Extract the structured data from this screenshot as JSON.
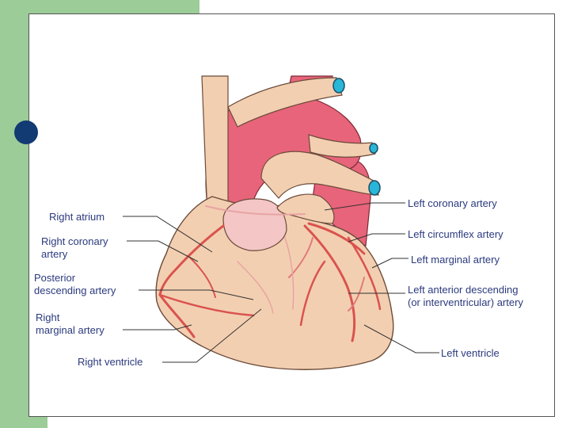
{
  "colors": {
    "slide_accent": "#9ccc98",
    "bullet": "#123a73",
    "label_text": "#2b3a7e",
    "heart_tissue": "#f3cfb1",
    "great_vessels": "#e8647a",
    "coronary_vessels": "#d9534f",
    "vessel_lumen": "#29b6d8"
  },
  "labels": {
    "right_atrium": "Right atrium",
    "right_coronary_artery": [
      "Right coronary",
      "artery"
    ],
    "posterior_descending_artery": [
      "Posterior",
      "descending artery"
    ],
    "right_marginal_artery": [
      "Right",
      "marginal artery"
    ],
    "right_ventricle": "Right ventricle",
    "left_coronary_artery": "Left coronary artery",
    "left_circumflex_artery": "Left circumflex artery",
    "left_marginal_artery": "Left marginal artery",
    "left_anterior_descending": [
      "Left anterior descending",
      "(or interventricular) artery"
    ],
    "left_ventricle": "Left ventricle"
  }
}
